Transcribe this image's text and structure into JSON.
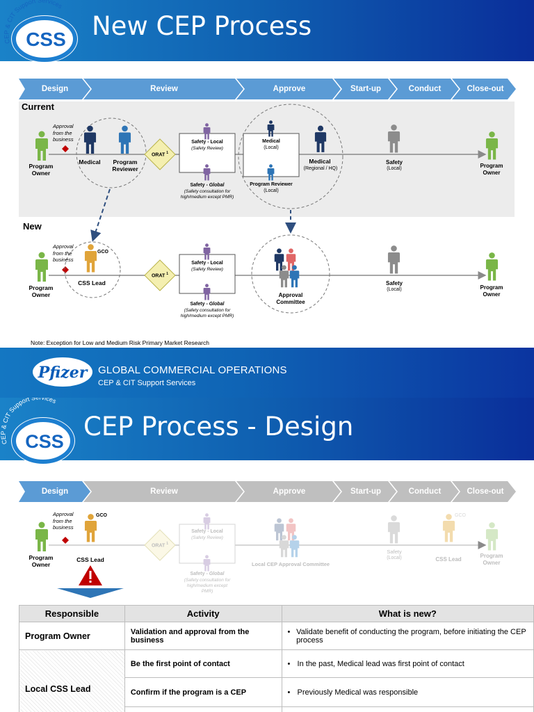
{
  "slide1": {
    "title": "New CEP Process",
    "logo_text": "CSS",
    "logo_arc_text": "CEP & CIT Support Services",
    "phases": [
      "Design",
      "Review",
      "Approve",
      "Start-up",
      "Conduct",
      "Close-out"
    ],
    "current": {
      "label": "Current",
      "approval_note": "Approval from the business",
      "program_owner": "Program Owner",
      "medical": "Medical",
      "program_reviewer": "Program Reviewer",
      "orat": "ORAT",
      "orat_sup": "1",
      "safety_local": "Safety - Local",
      "safety_review": "(Safety Review)",
      "safety_global_prefix": "Safety - ",
      "safety_global_em": "Global",
      "safety_global_note": "(Safety consultation for high/medium except PMR)",
      "medical_local": "Medical",
      "medical_local_sub": "(Local)",
      "program_reviewer_local": "Program Reviewer",
      "program_reviewer_local_sub": "(Local)",
      "medical_regional": "Medical",
      "medical_regional_sub": "(Regional / HQ)",
      "safety": "Safety",
      "safety_sub": "(Local)",
      "program_owner_end": "Program Owner"
    },
    "new": {
      "label": "New",
      "approval_note": "Approval from the business",
      "gco": "GCO",
      "program_owner": "Program Owner",
      "css_lead": "CSS Lead",
      "orat": "ORAT",
      "orat_sup": "1",
      "safety_local": "Safety - Local",
      "safety_review": "(Safety Review)",
      "safety_global_prefix": "Safety - ",
      "safety_global_em": "Global",
      "safety_global_note": "(Safety consultation for high/medium except PMR)",
      "approval_committee": "Approval Committee",
      "safety": "Safety",
      "safety_sub": "(Local)",
      "program_owner_end": "Program Owner"
    },
    "note": "Note: Exception for Low and Medium Risk Primary Market Research"
  },
  "band": {
    "brand": "Pfizer",
    "title": "GLOBAL COMMERCIAL OPERATIONS",
    "subtitle": "CEP & CIT Support Services"
  },
  "slide2": {
    "title": "CEP Process - Design",
    "logo_text": "CSS",
    "logo_arc_text": "CEP & CIT Support Services",
    "phases": [
      "Design",
      "Review",
      "Approve",
      "Start-up",
      "Conduct",
      "Close-out"
    ],
    "flow": {
      "approval_note": "Approval from the business",
      "gco": "GCO",
      "program_owner": "Program Owner",
      "css_lead": "CSS Lead",
      "orat": "ORAT",
      "orat_sup": "1",
      "safety_local": "Safety - Local",
      "safety_review": "(Safety Review)",
      "safety_global_prefix": "Safety - ",
      "safety_global_em": "Global",
      "safety_global_note": "(Safety consultation for high/medium except PMR)",
      "committee": "Local CEP Approval  Committee",
      "safety": "Safety",
      "safety_sub": "(Local)",
      "gco2": "GCO",
      "css_lead2": "CSS Lead",
      "program_owner_end": "Program Owner"
    },
    "table": {
      "headers": [
        "Responsible",
        "Activity",
        "What is new?"
      ],
      "rows": [
        {
          "responsible": "Program Owner",
          "activity": "Validation and approval from the business",
          "new": "Validate benefit of conducting the program, before initiating the CEP process"
        },
        {
          "responsible": "Local CSS Lead",
          "activity": "Be the first point of contact",
          "new": "In the past, Medical lead was first point of contact"
        },
        {
          "responsible": "",
          "activity": "Confirm if the program is a CEP",
          "new": "Previously Medical was responsible"
        }
      ]
    }
  },
  "colors": {
    "header_start": "#1a82c8",
    "header_end": "#0a2e9a",
    "phase_blue": "#5b9bd5",
    "phase_grey": "#bfbfbf",
    "person_green": "#7ab648",
    "person_navy": "#1f3864",
    "person_blue": "#2e75b6",
    "person_purple": "#8064a2",
    "person_grey": "#8c8c8c",
    "person_gold": "#e0a43a",
    "person_pink": "#e06666",
    "diamond_red": "#c00000",
    "orat_fill": "#f4efb0"
  }
}
